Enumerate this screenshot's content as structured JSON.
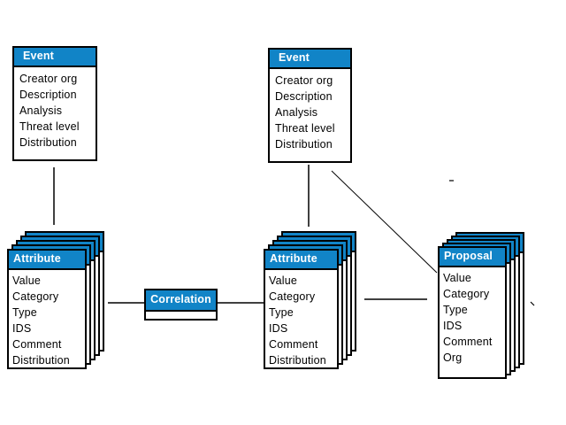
{
  "colors": {
    "accent_blue": "#1184c7",
    "border": "#000000",
    "background": "#ffffff",
    "header_text": "#ffffff",
    "body_text": "#000000"
  },
  "nodes": {
    "event_left": {
      "title": "Event",
      "fields": [
        "Creator org",
        "Description",
        "Analysis",
        "Threat level",
        "Distribution"
      ]
    },
    "event_right": {
      "title": "Event",
      "fields": [
        "Creator org",
        "Description",
        "Analysis",
        "Threat level",
        "Distribution"
      ]
    },
    "attribute_left": {
      "title": "Attribute",
      "stack_count": 5,
      "fields": [
        "Value",
        "Category",
        "Type",
        "IDS",
        "Comment",
        "Distribution"
      ]
    },
    "attribute_center": {
      "title": "Attribute",
      "stack_count": 5,
      "fields": [
        "Value",
        "Category",
        "Type",
        "IDS",
        "Comment",
        "Distribution"
      ]
    },
    "proposal": {
      "title": "Proposal",
      "stack_count": 5,
      "fields": [
        "Value",
        "Category",
        "Type",
        "IDS",
        "Comment",
        "Org"
      ]
    },
    "correlation": {
      "title": "Correlation"
    }
  },
  "edges": [
    {
      "from": "event_left",
      "to": "attribute_left",
      "shape": "vertical-line"
    },
    {
      "from": "attribute_left",
      "to": "correlation",
      "shape": "horizontal-line"
    },
    {
      "from": "correlation",
      "to": "attribute_center",
      "shape": "horizontal-line"
    },
    {
      "from": "event_right",
      "to": "attribute_center",
      "shape": "vertical-line"
    },
    {
      "from": "event_right",
      "to": "proposal",
      "shape": "diagonal-line"
    },
    {
      "from": "attribute_center",
      "to": "proposal",
      "shape": "horizontal-line"
    }
  ]
}
